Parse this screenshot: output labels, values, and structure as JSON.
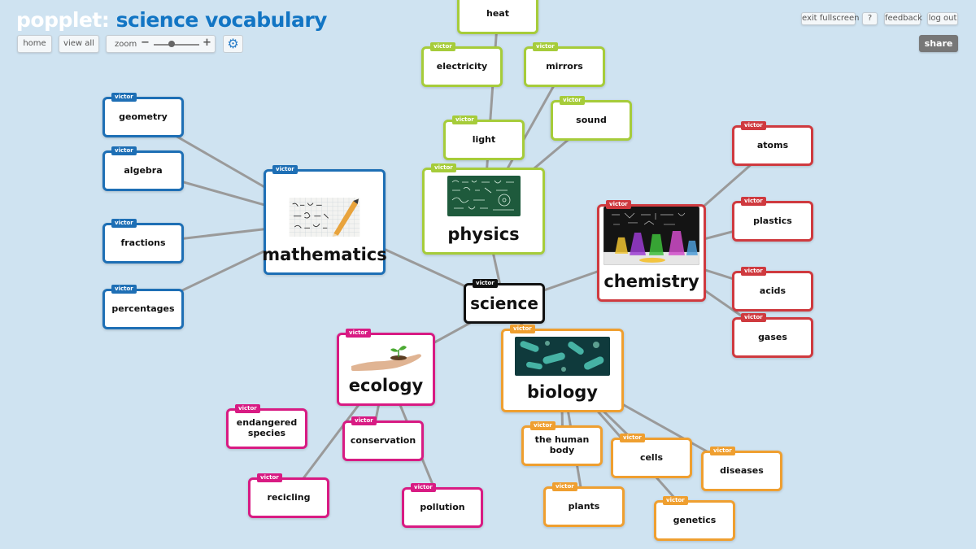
{
  "header": {
    "app_name": "popplet:",
    "board_title": "science vocabulary",
    "home_label": "home",
    "view_all_label": "view all",
    "zoom_label": "zoom",
    "zoom_minus": "−",
    "zoom_plus": "+",
    "settings_icon": "gear-icon",
    "exit_fullscreen_label": "exit fullscreen",
    "help_label": "?",
    "feedback_label": "feedback",
    "logout_label": "log out",
    "share_label": "share"
  },
  "colors": {
    "background": "#cfe3f1",
    "mathematics": "#1e6fb5",
    "physics": "#a6cc3a",
    "chemistry": "#cf3a3f",
    "ecology": "#d81b83",
    "biology": "#ef9f30",
    "science": "#111111"
  },
  "author": "victor",
  "popples": {
    "science": "science",
    "mathematics": "mathematics",
    "geometry": "geometry",
    "algebra": "algebra",
    "fractions": "fractions",
    "percentages": "percentages",
    "physics": "physics",
    "heat": "heat",
    "electricity": "electricity",
    "mirrors": "mirrors",
    "light": "light",
    "sound": "sound",
    "chemistry": "chemistry",
    "atoms": "atoms",
    "plastics": "plastics",
    "acids": "acids",
    "gases": "gases",
    "ecology": "ecology",
    "endangered_species": "endangered species",
    "conservation": "conservation",
    "recicling": "recicling",
    "pollution": "pollution",
    "biology": "biology",
    "human_body": "the human body",
    "cells": "cells",
    "diseases": "diseases",
    "plants": "plants",
    "genetics": "genetics"
  }
}
